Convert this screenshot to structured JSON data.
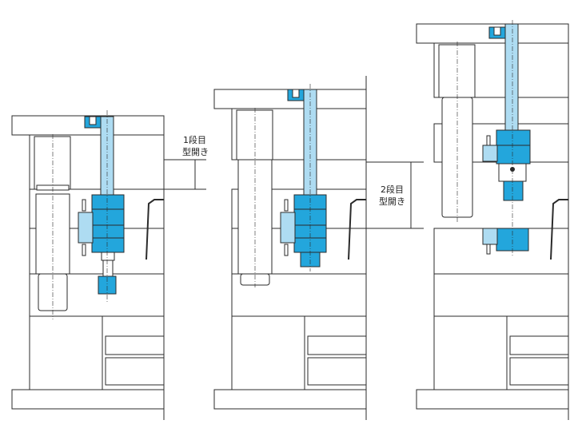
{
  "annotations": {
    "stage1_line1": "1段目",
    "stage1_line2": "型開き",
    "stage2_line1": "2段目",
    "stage2_line2": "型開き"
  },
  "colors": {
    "part_blue": "#23a6dc",
    "part_light_blue": "#aedcf2",
    "line": "#2b2b2b",
    "background": "#ffffff"
  }
}
